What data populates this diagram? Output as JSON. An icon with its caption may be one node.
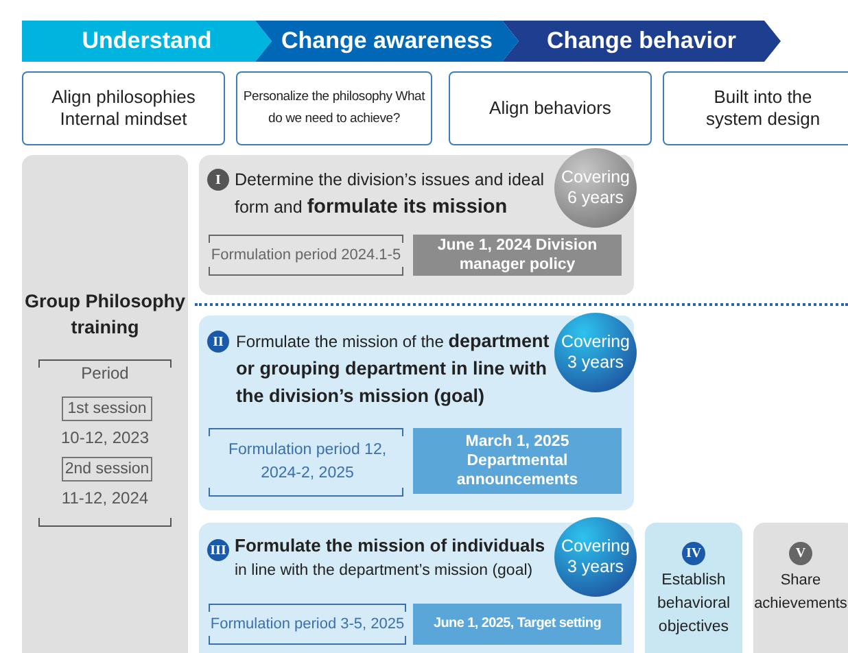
{
  "diagram": {
    "nodes": [
      {
        "text": [
          "Understand"
        ]
      },
      {
        "text": [
          "Change awareness"
        ]
      },
      {
        "text": [
          "Change behavior"
        ]
      },
      {
        "text": [
          "Align philosophies Internal mindset"
        ]
      },
      {
        "text": [
          "Personalize the philosophy What do we need to achieve?"
        ]
      },
      {
        "text": [
          "Align behaviors"
        ]
      },
      {
        "text": [
          "Built into the system design"
        ]
      },
      {
        "text": [
          "Group Philosophy training",
          "Period",
          "10-12, 2023",
          "11-12, 2024"
        ]
      },
      {
        "text": [
          "1st session"
        ],
        "in": 7
      },
      {
        "text": [
          "2nd session"
        ],
        "in": 7
      },
      {
        "text": [
          "Determine the division’s issues and ideal form and **formulate its mission**",
          "Formulation period 2024.1-5"
        ]
      },
      {
        "text": [
          "I"
        ],
        "in": 10
      },
      {
        "text": [
          "Covering 6 years"
        ],
        "in": 10
      },
      {
        "text": [
          "June 1, 2024 Division manager policy"
        ],
        "in": 10
      },
      {
        "text": [
          "Formulate the mission of the **department or grouping department in line with the division’s mission (goal)**",
          "Formulation period 12, 2024-2, 2025"
        ]
      },
      {
        "text": [
          "II"
        ],
        "in": 14
      },
      {
        "text": [
          "Covering 3 years"
        ],
        "in": 14
      },
      {
        "text": [
          "March 1, 2025 Departmental announcements"
        ],
        "in": 14
      },
      {
        "text": [
          "**Formulate the mission of individuals** in line with the department’s mission (goal)",
          "Formulation period 3-5, 2025"
        ]
      },
      {
        "text": [
          "III"
        ],
        "in": 18
      },
      {
        "text": [
          "Covering 3 years"
        ],
        "in": 18
      },
      {
        "text": [
          "June 1, 2025, Target setting"
        ],
        "in": 18
      },
      {
        "text": [
          "Establish behavioral objectives"
        ]
      },
      {
        "text": [
          "IV"
        ],
        "in": 22
      },
      {
        "text": [
          "Share achievements"
        ]
      },
      {
        "text": [
          "V"
        ],
        "in": 24
      }
    ]
  }
}
